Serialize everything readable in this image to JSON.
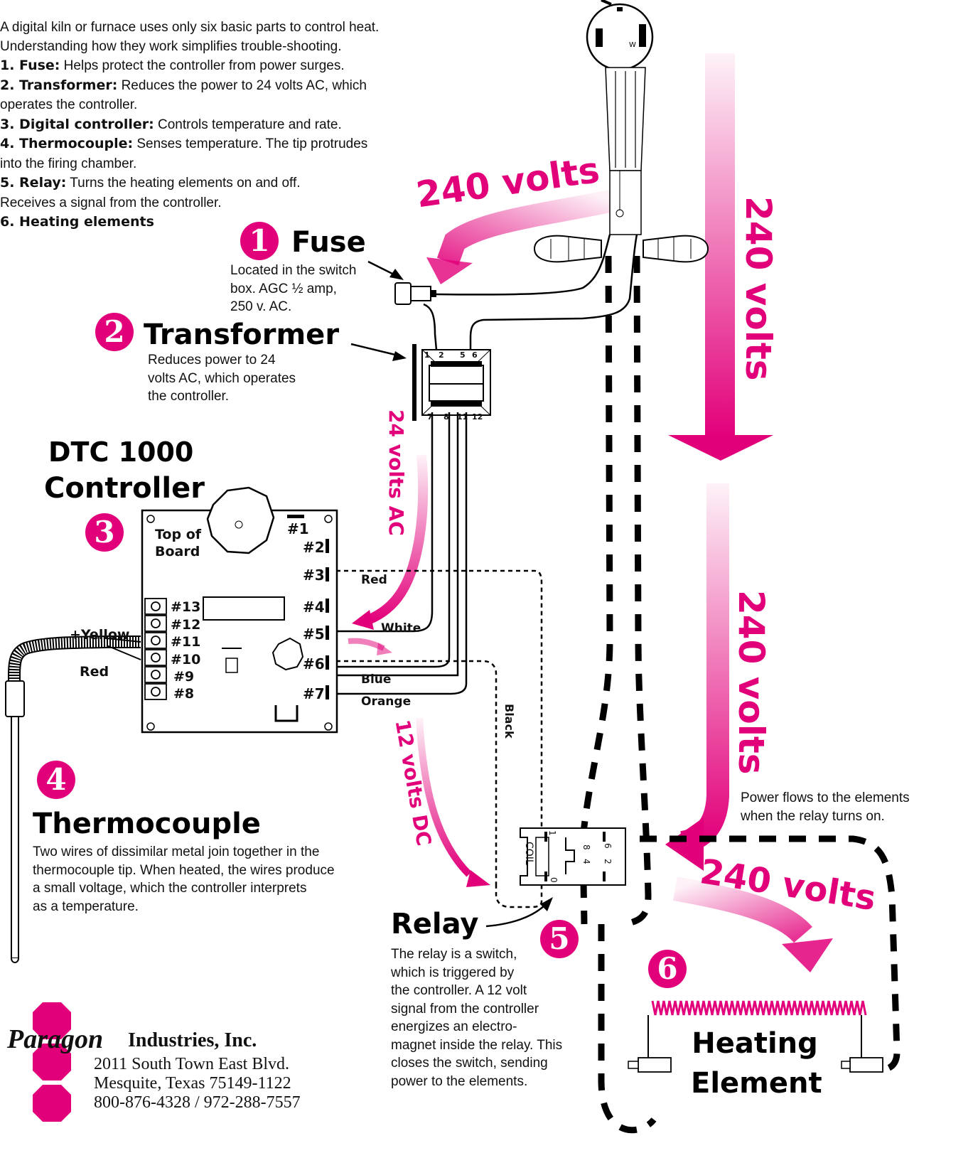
{
  "intro": {
    "line1": "A digital kiln or furnace uses only six basic parts to control heat.",
    "line2": "Understanding how they work simplifies trouble-shooting.",
    "items": [
      {
        "label": "1. Fuse:",
        "text": " Helps protect the controller from power surges."
      },
      {
        "label": "2. Transformer:",
        "text": " Reduces the power to 24 volts AC, which"
      },
      {
        "label": "",
        "text": "operates the controller."
      },
      {
        "label": "3. Digital controller:",
        "text": " Controls temperature and rate."
      },
      {
        "label": "4. Thermocouple:",
        "text": " Senses temperature. The tip protrudes"
      },
      {
        "label": "",
        "text": "into the firing chamber."
      },
      {
        "label": "5. Relay:",
        "text": " Turns the heating elements on and off."
      },
      {
        "label": "",
        "text": "Receives a signal from the controller."
      },
      {
        "label": "6. Heating elements",
        "text": ""
      }
    ]
  },
  "fuse": {
    "number": "1",
    "title": "Fuse",
    "desc1": "Located in the switch",
    "desc2": "box. AGC ½ amp,",
    "desc3": "250 v. AC."
  },
  "transformer": {
    "number": "2",
    "title": "Transformer",
    "desc1": "Reduces power to 24",
    "desc2": "volts AC, which operates",
    "desc3": "the controller.",
    "pins_top": [
      "1",
      "2",
      "5",
      "6"
    ],
    "pins_bottom": [
      "7",
      "8",
      "11",
      "12"
    ]
  },
  "controller": {
    "number": "3",
    "title1": "DTC 1000",
    "title2": "Controller",
    "board_label1": "Top of",
    "board_label2": "Board",
    "right_terminals": [
      "#1",
      "#2",
      "#3",
      "#4",
      "#5",
      "#6",
      "#7"
    ],
    "left_terminals": [
      "#13",
      "#12",
      "#11",
      "#10",
      "#9",
      "#8"
    ]
  },
  "wires": {
    "red": "Red",
    "white": "White",
    "blue": "Blue",
    "orange": "Orange",
    "black": "Black",
    "yellow": "+Yellow",
    "tc_red": "Red"
  },
  "thermocouple": {
    "number": "4",
    "title": "Thermocouple",
    "desc1": "Two wires of dissimilar metal join together in the",
    "desc2": "thermocouple tip. When heated, the wires produce",
    "desc3": "a small voltage, which the controller interprets",
    "desc4": "as a temperature."
  },
  "relay": {
    "number": "5",
    "title": "Relay",
    "coil": "COIL",
    "pins": [
      "1",
      "8",
      "4",
      "0",
      "6",
      "2"
    ],
    "desc": [
      "The relay is a switch,",
      "which is triggered by",
      "the controller. A 12 volt",
      "signal from the controller",
      "energizes an electro-",
      "magnet inside the relay. This",
      "closes the switch, sending",
      "power to the elements."
    ]
  },
  "element": {
    "number": "6",
    "title1": "Heating",
    "title2": "Element"
  },
  "voltages": {
    "v240_top": "240 volts",
    "v240_right": "240 volts",
    "v240_mid": "240 volts",
    "v240_bottom": "240 volts",
    "v24ac": "24 volts AC",
    "v12dc": "12 volts DC"
  },
  "power_note": {
    "line1": "Power flows to the elements",
    "line2": "when the relay turns on."
  },
  "company": {
    "brand": "Paragon",
    "name": "Industries, Inc.",
    "address": "2011 South Town East Blvd.",
    "city": "Mesquite, Texas 75149-1122",
    "phone": "800-876-4328 / 972-288-7557"
  },
  "colors": {
    "accent": "#e2007a",
    "ink": "#000000"
  }
}
